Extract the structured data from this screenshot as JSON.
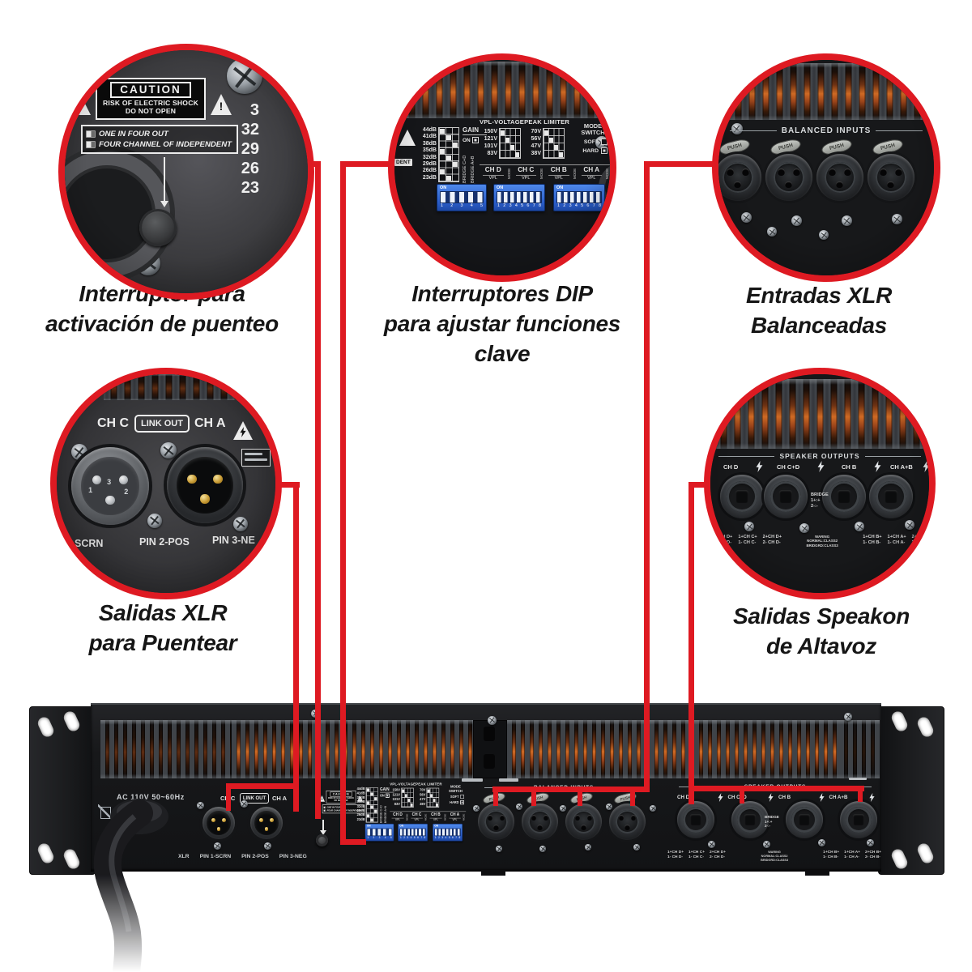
{
  "captions": {
    "bridge": [
      "Interruptor para",
      "activación de puenteo"
    ],
    "dip": [
      "Interruptores DIP",
      "para ajustar funciones",
      "clave"
    ],
    "inputs": [
      "Entradas XLR",
      "Balanceadas"
    ],
    "outputs": [
      "Salidas XLR",
      "para Puentear"
    ],
    "speakon": [
      "Salidas Speakon",
      "de Altavoz"
    ]
  },
  "caution": {
    "title": "CAUTION",
    "line1": "RISK OF ELECTRIC SHOCK",
    "line2": "DO NOT OPEN",
    "mark": "!",
    "modes": [
      "ONE IN FOUR OUT",
      "FOUR CHANNEL OF INDEPENDENT"
    ],
    "zoom_numbers": [
      "3",
      "32",
      "29",
      "26",
      "23"
    ],
    "edge_text": "DENT"
  },
  "dip": {
    "gain_header": "GAIN",
    "on_label": "ON",
    "gains": [
      "44dB",
      "41dB",
      "38dB",
      "35dB",
      "32dB",
      "29dB",
      "26dB",
      "23dB"
    ],
    "bridges": [
      "BRIDGE C+D",
      "BRIDGE A+B"
    ],
    "bridge_arrows": "▲▲",
    "vpl_title": "VPL-VOLTAGEPEAK LIMITER",
    "volts_left": [
      "150V",
      "121V",
      "101V",
      "83V"
    ],
    "volts_right": [
      "70V",
      "56V",
      "47V",
      "38V"
    ],
    "mode_line1": "MODE",
    "mode_line2": "SWITCH",
    "soft": "SOFT",
    "hard": "HARD",
    "channels": [
      {
        "name": "CH D",
        "vpl": "VPL",
        "mode": "MODE"
      },
      {
        "name": "CH C",
        "vpl": "VPL",
        "mode": "MODE"
      },
      {
        "name": "CH B",
        "vpl": "VPL",
        "mode": "MODE"
      },
      {
        "name": "CH A",
        "vpl": "VPL",
        "mode": "MODE"
      }
    ],
    "block1": {
      "on": "ON",
      "nums": [
        "1",
        "2",
        "3",
        "4",
        "5"
      ]
    },
    "block2": {
      "on": "ON",
      "nums": [
        "1",
        "2",
        "3",
        "4",
        "5",
        "6",
        "7",
        "8"
      ]
    },
    "block3": {
      "on": "ON",
      "nums": [
        "1",
        "2",
        "3",
        "4",
        "5",
        "6",
        "7",
        "8"
      ]
    }
  },
  "inputs": {
    "title": "BALANCED INPUTS",
    "push_tabs": [
      "PUSH",
      "PUSH",
      "PUSH",
      "PUSH"
    ]
  },
  "xlr_out": {
    "ch_left": "CH C",
    "link": "LINK OUT",
    "ch_right": "CH A",
    "pins_zoom": [
      "SCRN",
      "PIN 2-POS",
      "PIN 3-NE"
    ],
    "pins_panel": [
      "XLR",
      "PIN 1-SCRN",
      "PIN 2-POS",
      "PIN 3-NEG"
    ],
    "pin_numbers": [
      "1",
      "3",
      "2"
    ]
  },
  "speakers": {
    "title": "SPEAKER OUTPUTS",
    "channels": [
      "CH D",
      "CH C+D",
      "CH B",
      "CH A+B"
    ],
    "bridge": [
      "BRIDGE",
      "1+:+",
      "2-:-"
    ],
    "warning": [
      "WARING",
      "NORMAL:CLASS2",
      "BRIDGRD:CLASS3"
    ],
    "wiring_left": [
      {
        "a": "1+CH D+",
        "b": "1- CH D-"
      },
      {
        "a": "1+CH C+",
        "b": "1- CH C-"
      },
      {
        "a": "2+CH D+",
        "b": "2- CH D-"
      }
    ],
    "wiring_right": [
      {
        "a": "1+CH B+",
        "b": "1- CH B-"
      },
      {
        "a": "1+CH A+",
        "b": "1- CH A-"
      },
      {
        "a": "2+CH B+",
        "b": "2- CH B-"
      }
    ]
  },
  "panel": {
    "ac_label": "AC 110V 50~60Hz"
  },
  "colors": {
    "red": "#DE1A22",
    "dip_blue": "#3874DC",
    "vent_orange": "#C86424"
  }
}
